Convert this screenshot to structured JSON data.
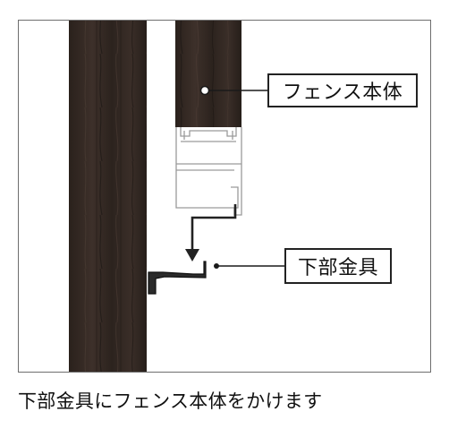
{
  "labels": {
    "fence_body": "フェンス本体",
    "bottom_bracket": "下部金具"
  },
  "caption": "下部金具にフェンス本体をかけます",
  "colors": {
    "wood_dark": "#2e241f",
    "wood_light": "#4a3a32",
    "frame_border": "#6e6e6e",
    "leader_line": "#1a1a1a"
  }
}
